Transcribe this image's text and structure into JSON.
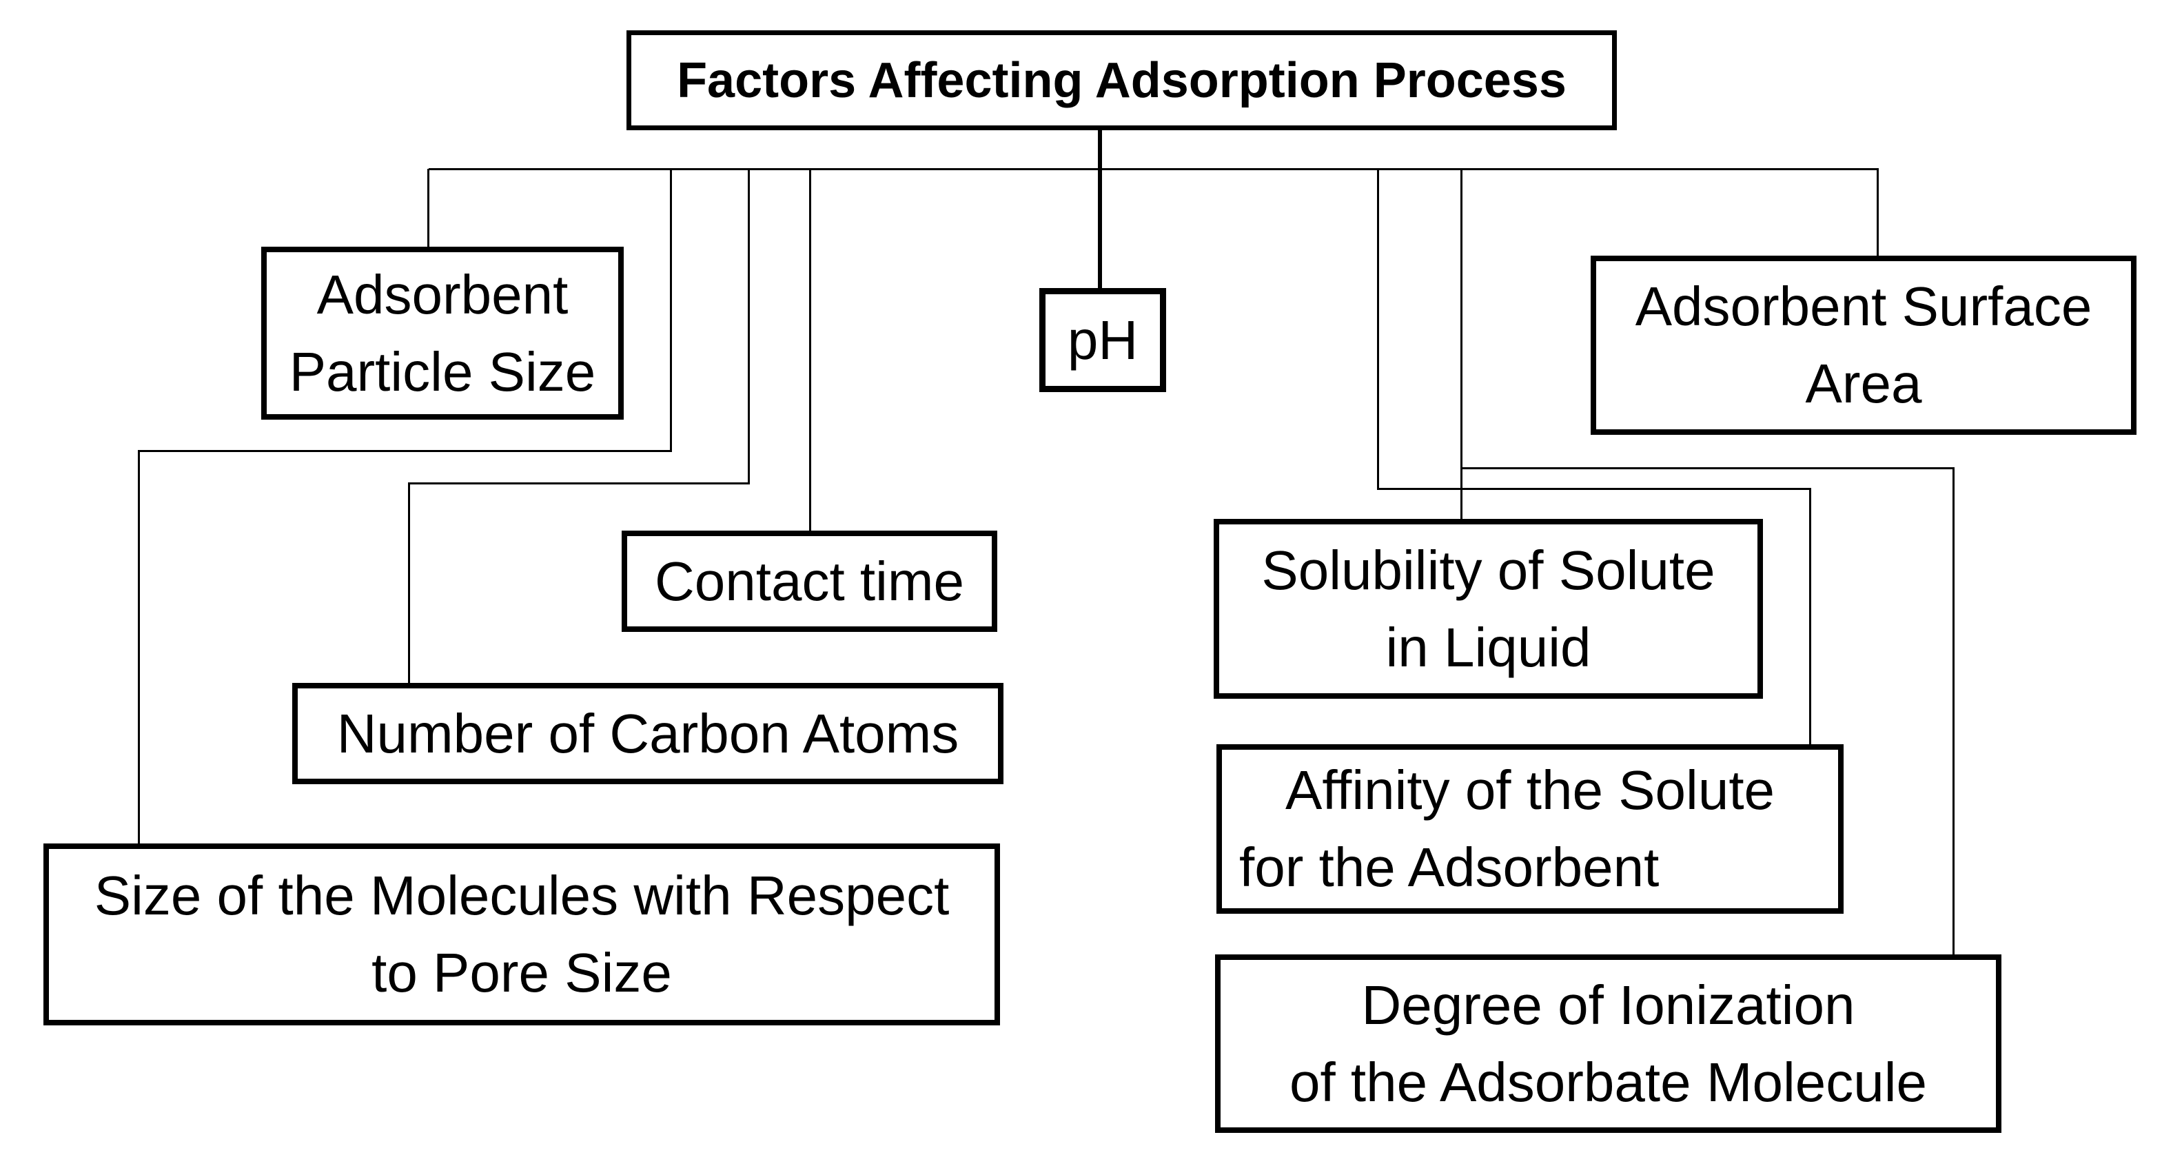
{
  "diagram": {
    "title": "Factors Affecting Adsorption Process",
    "nodes": [
      {
        "id": "adsorbent-particle-size",
        "lines": [
          "Adsorbent",
          "Particle Size"
        ]
      },
      {
        "id": "ph",
        "lines": [
          "pH"
        ]
      },
      {
        "id": "adsorbent-surface-area",
        "lines": [
          "Adsorbent Surface",
          "Area"
        ]
      },
      {
        "id": "contact-time",
        "lines": [
          "Contact time"
        ]
      },
      {
        "id": "number-of-carbon-atoms",
        "lines": [
          "Number of Carbon Atoms"
        ]
      },
      {
        "id": "molecule-size-vs-pore",
        "lines": [
          "Size of the Molecules with Respect",
          "to Pore Size"
        ]
      },
      {
        "id": "solubility-of-solute",
        "lines": [
          "Solubility of Solute",
          "in Liquid"
        ]
      },
      {
        "id": "affinity-of-solute",
        "lines": [
          "Affinity of the Solute",
          "for the Adsorbent"
        ]
      },
      {
        "id": "degree-of-ionization",
        "lines": [
          "Degree of Ionization",
          "of the Adsorbate Molecule"
        ]
      }
    ],
    "colors": {
      "background": "#ffffff",
      "line": "#000000",
      "text": "#000000"
    }
  }
}
